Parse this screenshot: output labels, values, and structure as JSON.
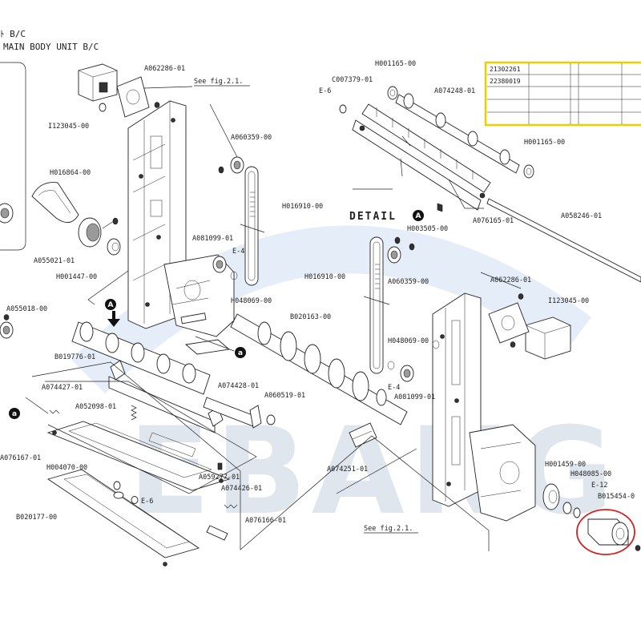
{
  "header": {
    "line1": "ﾄ B/C",
    "line2": "MAIN BODY UNIT B/C"
  },
  "detail": {
    "label": "DETAIL",
    "marker": "A"
  },
  "watermark": {
    "text": "EBANG",
    "color": "#8fb0d8"
  },
  "colors": {
    "highlight": "#e8d000",
    "circle": "#d42020"
  },
  "code_table": {
    "rows": [
      [
        "21302261",
        "",
        "",
        "",
        ""
      ],
      [
        "22380019",
        "",
        "",
        "",
        ""
      ],
      [
        "",
        "",
        "",
        "",
        ""
      ],
      [
        "",
        "",
        "",
        "",
        ""
      ],
      [
        "",
        "",
        "",
        "",
        ""
      ]
    ]
  },
  "callouts": {
    "marker_a": "A",
    "marker_a_lower": "a",
    "marker_a_left": "a",
    "labels": [
      "A062286-01",
      "See fig.2.1.",
      "I123045-00",
      "H016864-00",
      "A055021-01",
      "H001447-00",
      "A055018-00",
      "A060359-00",
      "H016910-00",
      "A081099-01",
      "E-4",
      "H048069-00",
      "H001165-00",
      "C007379-01",
      "E-6",
      "A074248-01",
      "H001165-00",
      "A076165-01",
      "H003505-00",
      "A058246-01",
      "H016910-00",
      "A060359-00",
      "A062286-01",
      "I123045-00",
      "B020163-00",
      "H048069-00",
      "E-4",
      "A081099-01",
      "B019776-01",
      "A074427-01",
      "A052098-01",
      "A074428-01",
      "A060519-01",
      "A076167-01",
      "H004070-00",
      "E-6",
      "A059277-01",
      "A074426-01",
      "B020177-00",
      "A076166-01",
      "A074251-01",
      "See fig.2.1.",
      "H001459-00",
      "H048085-00",
      "E-12",
      "B015454-0"
    ]
  }
}
